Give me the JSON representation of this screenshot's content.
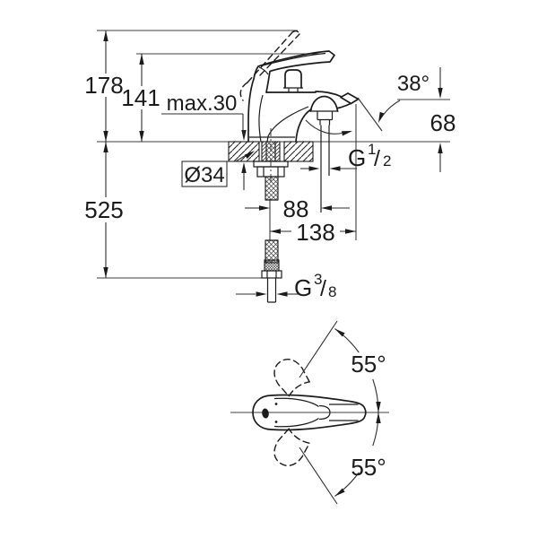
{
  "drawing": {
    "type": "technical-dimension-drawing",
    "subject": "single-lever bath/shower mixer tap, side elevation with mounting section, bottom view of handle swing",
    "dims": {
      "total_height": "178",
      "lever_height": "141",
      "deck_thickness": "max.30",
      "hose_length": "525",
      "hole_diameter": "Ø34",
      "center_to_outlet": "88",
      "spout_projection": "138",
      "aerator_angle": "38°",
      "outlet_height": "68",
      "handle_swing_upper": "55°",
      "handle_swing_lower": "55°"
    },
    "threads": {
      "shower_connection": {
        "letter": "G",
        "numerator": "1",
        "slash": "/",
        "denominator": "2"
      },
      "supply_connection": {
        "letter": "G",
        "numerator": "3",
        "slash": "/",
        "denominator": "8"
      }
    },
    "colors": {
      "line": "#1b1b1b",
      "dimension_line": "#2e2e2e",
      "background": "#ffffff"
    }
  }
}
